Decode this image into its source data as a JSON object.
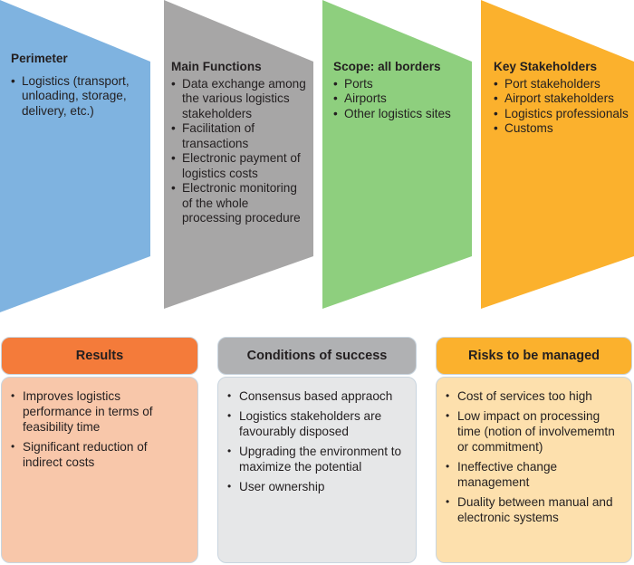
{
  "colors": {
    "perimeter": "#7fb3e0",
    "functions": "#a7a6a6",
    "scope": "#8ecf7e",
    "stakeholders": "#fbb12d",
    "results_head": "#f47b3a",
    "results_body": "#f8c7aa",
    "conditions_head": "#b0b1b3",
    "conditions_body": "#e6e7e8",
    "risks_head": "#fbb12d",
    "risks_body": "#fde0ad"
  },
  "panels": {
    "perimeter": {
      "title": "Perimeter",
      "items": [
        "Logistics (transport, unloading, storage, delivery, etc.)"
      ]
    },
    "functions": {
      "title": "Main Functions",
      "items": [
        "Data exchange among the various logistics stakeholders",
        "Facilitation of transactions",
        "Electronic payment of logistics costs",
        "Electronic monitoring of the whole processing procedure"
      ]
    },
    "scope": {
      "title": "Scope: all borders",
      "items": [
        "Ports",
        "Airports",
        "Other logistics sites"
      ]
    },
    "stakeholders": {
      "title": "Key Stakeholders",
      "items": [
        "Port stakeholders",
        "Airport stakeholders",
        "Logistics professionals",
        "Customs"
      ]
    }
  },
  "boxes": {
    "results": {
      "title": "Results",
      "items": [
        "Improves logistics performance in terms of feasibility time",
        "Significant reduction of indirect costs"
      ]
    },
    "conditions": {
      "title": "Conditions of success",
      "items": [
        "Consensus based appraoch",
        "Logistics stakeholders are favourably disposed",
        "Upgrading the environment to maximize the potential",
        "User ownership"
      ]
    },
    "risks": {
      "title": "Risks to be managed",
      "items": [
        "Cost of services too high",
        "Low impact on processing time (notion of involvememtn or commitment)",
        "Ineffective change management",
        "Duality between manual and electronic systems"
      ]
    }
  }
}
